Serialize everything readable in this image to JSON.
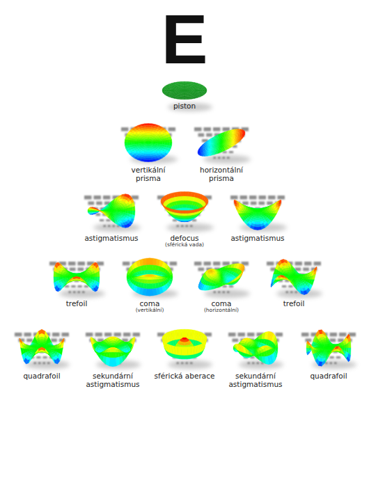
{
  "diagram": {
    "nodes": [
      {
        "text": [
          "piston"
        ]
      },
      {
        "text": [
          "vertikální prisma"
        ]
      },
      {
        "text": [
          "horizontální prisma"
        ]
      },
      {
        "text": [
          "astigmatismus"
        ]
      },
      {
        "text": [
          "defocus",
          "(sférická vada)"
        ]
      },
      {
        "text": [
          "astigmatismus"
        ]
      },
      {
        "text": [
          "trefoil"
        ]
      },
      {
        "text": [
          "coma",
          "(vertikální)"
        ]
      },
      {
        "text": [
          "coma",
          "(horizontální)"
        ]
      },
      {
        "text": [
          "trefoil"
        ]
      },
      {
        "text": [
          "quadrafoil"
        ]
      },
      {
        "text": [
          "sekundární astigmatismus"
        ]
      },
      {
        "text": [
          "sférická aberace"
        ]
      },
      {
        "text": [
          "sekundární astigmatismus"
        ]
      },
      {
        "text": [
          "quadrafoil"
        ]
      }
    ],
    "labels": [
      "E"
    ]
  }
}
